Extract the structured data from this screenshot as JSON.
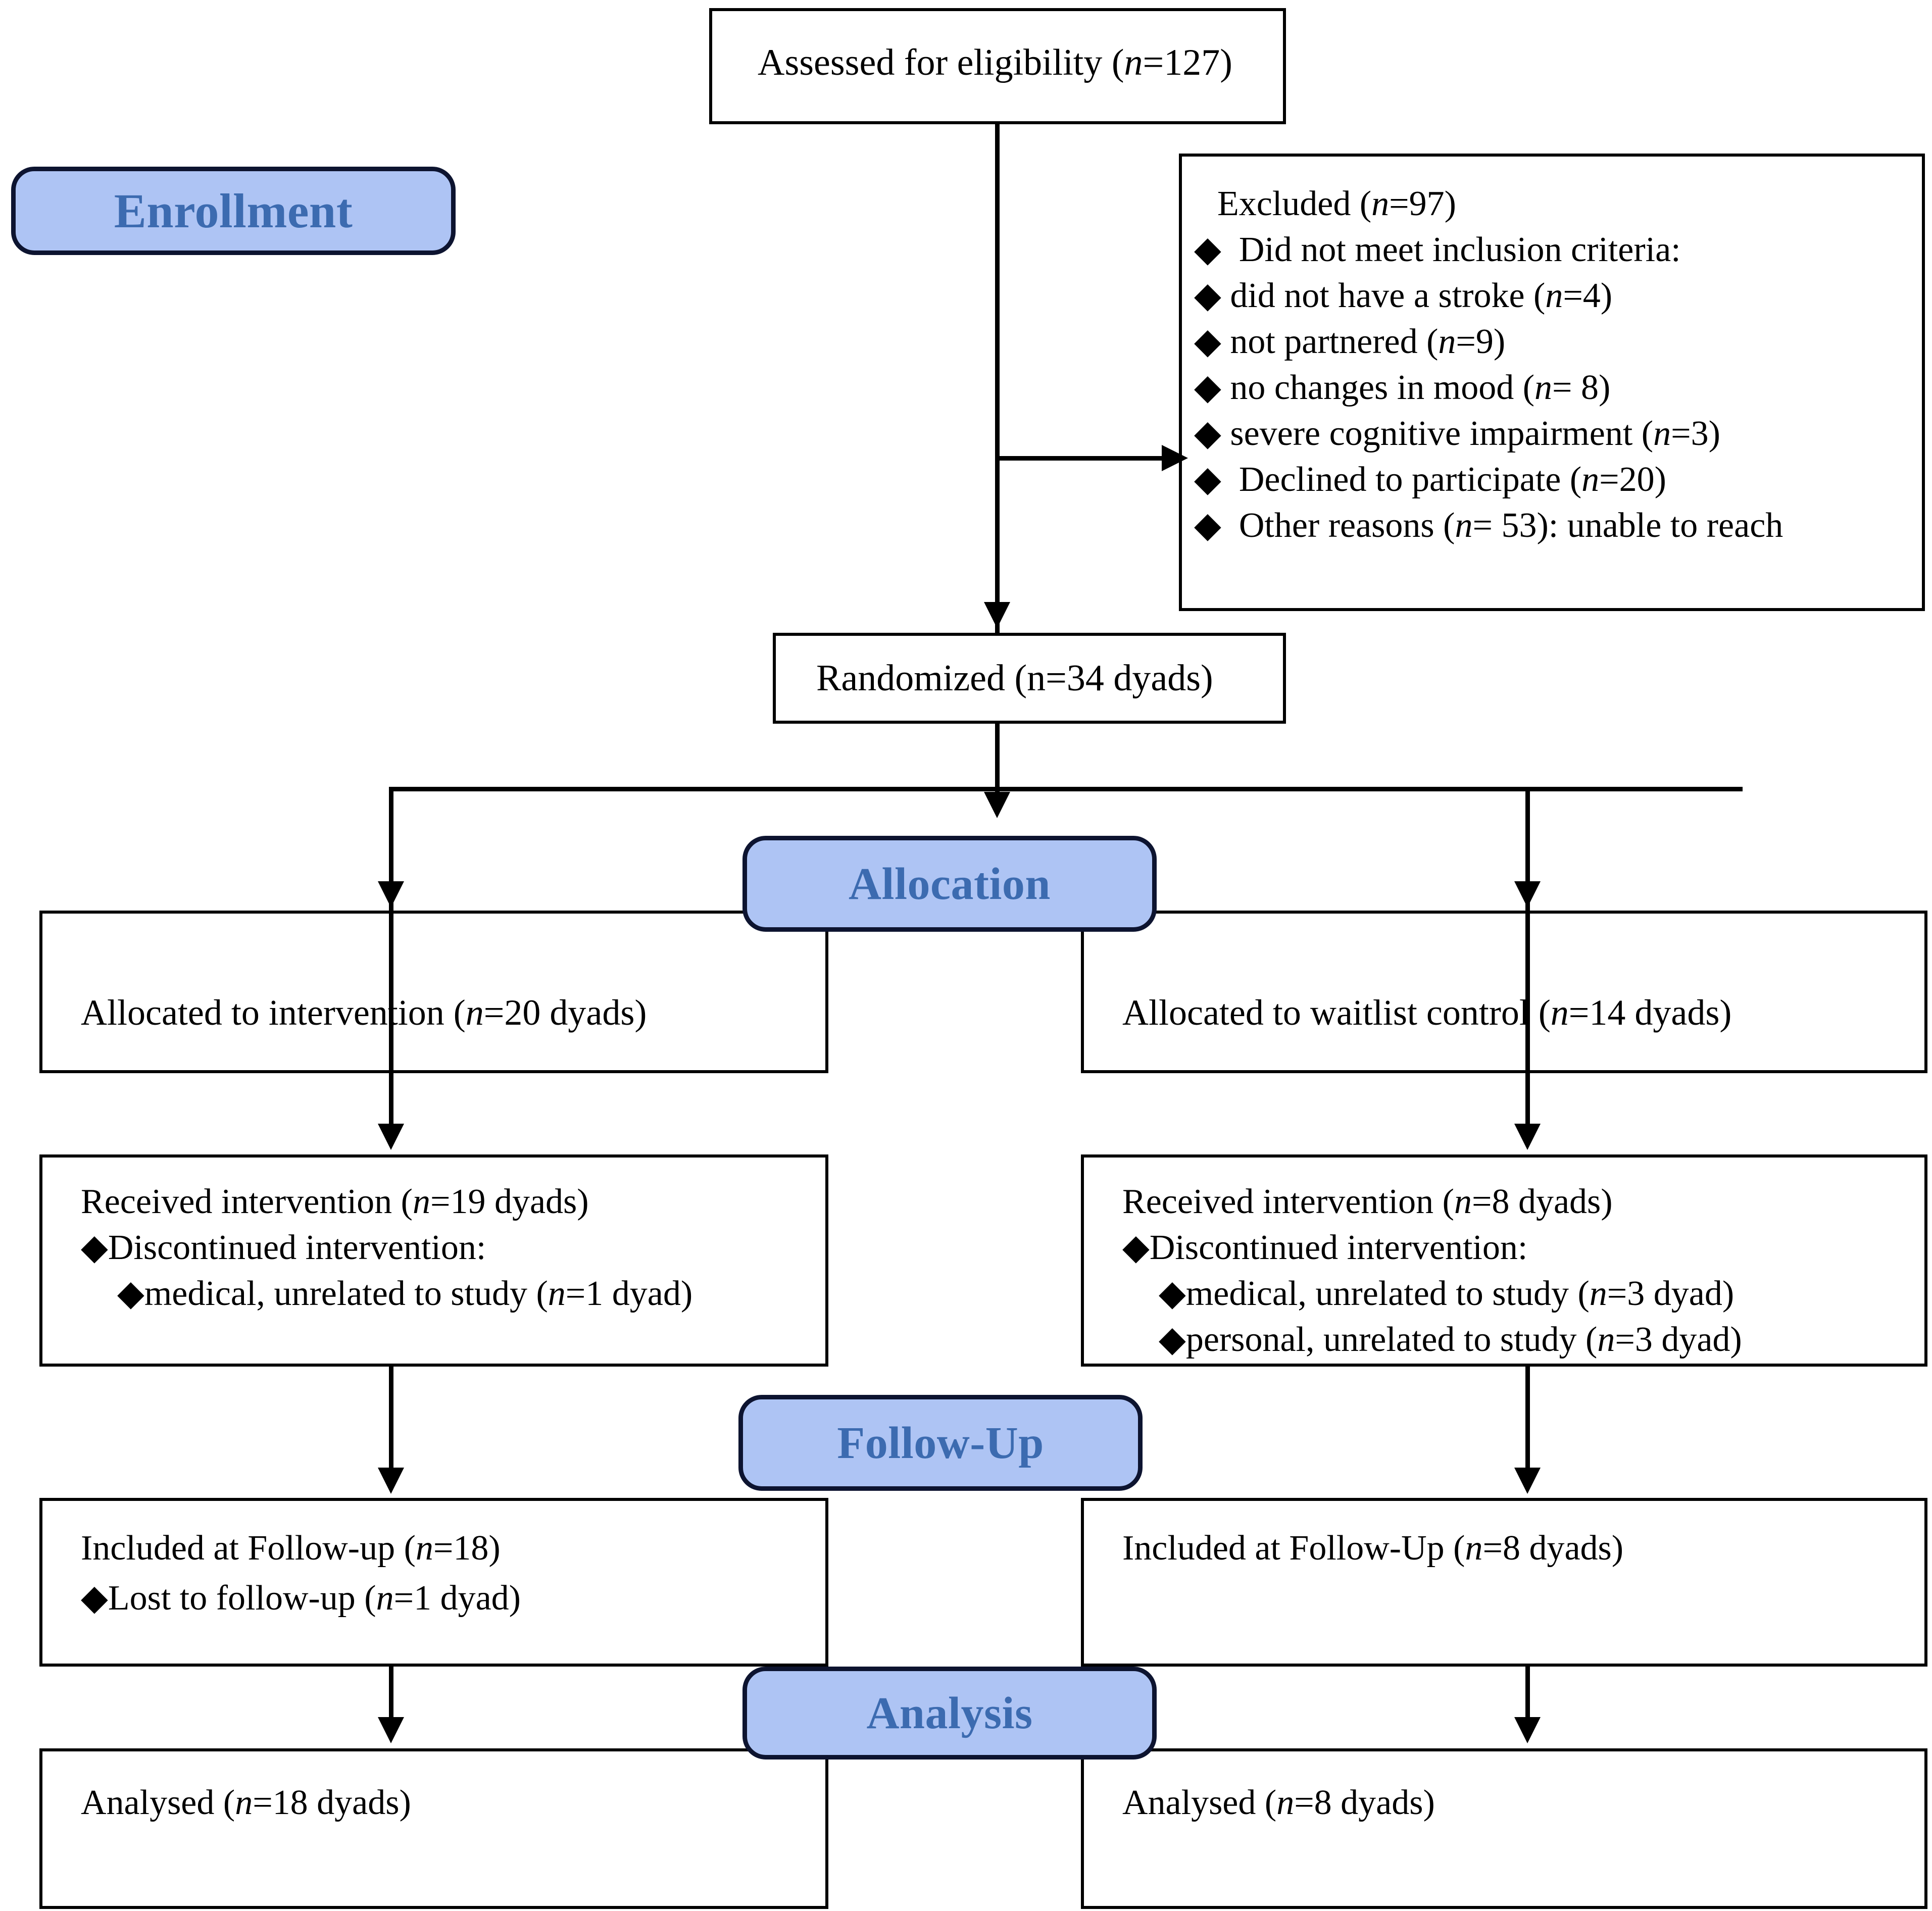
{
  "diagram": {
    "title": "CONSORT participant flow diagram",
    "accent_badge_fill": "#aec4f4",
    "accent_badge_text": "#3c6bb0",
    "border_color": "#000000"
  },
  "stages": {
    "enrollment": "Enrollment",
    "allocation": "Allocation",
    "followup": "Follow-Up",
    "analysis": "Analysis"
  },
  "boxes": {
    "assessed": {
      "text": "Assessed for eligibility (n=127)",
      "label": "Assessed for eligibility",
      "n": 127
    },
    "excluded": {
      "heading": "Excluded (n=97)",
      "n": 97,
      "items": [
        {
          "level": 1,
          "text": "Did not meet inclusion criteria:"
        },
        {
          "level": 2,
          "text": "did not have a stroke (n=4)",
          "n": 4
        },
        {
          "level": 2,
          "text": "not partnered (n=9)",
          "n": 9
        },
        {
          "level": 2,
          "text": "no changes in mood (n= 8)",
          "n": 8
        },
        {
          "level": 2,
          "text": "severe cognitive impairment (n=3)",
          "n": 3
        },
        {
          "level": 1,
          "text": "Declined to participate (n=20)",
          "n": 20
        },
        {
          "level": 1,
          "text": "Other reasons (n= 53): unable to reach",
          "n": 53
        }
      ]
    },
    "randomized": {
      "text": "Randomized (n=34 dyads)",
      "n": 34
    },
    "allocated_intervention": {
      "text": "Allocated to intervention (n=20 dyads)",
      "n": 20
    },
    "allocated_control": {
      "text": "Allocated to waitlist control (n=14 dyads)",
      "n": 14
    },
    "received_intervention_left": {
      "heading": "Received intervention (n=19 dyads)",
      "n": 19,
      "items": [
        {
          "level": 1,
          "text": "Discontinued intervention:"
        },
        {
          "level": 2,
          "text": "medical, unrelated to study (n=1 dyad)",
          "n": 1
        }
      ]
    },
    "received_intervention_right": {
      "heading": "Received intervention (n=8 dyads)",
      "n": 8,
      "items": [
        {
          "level": 1,
          "text": "Discontinued intervention:"
        },
        {
          "level": 2,
          "text": "medical, unrelated to study (n=3 dyad)",
          "n": 3
        },
        {
          "level": 2,
          "text": "personal, unrelated to study (n=3 dyad)",
          "n": 3
        }
      ]
    },
    "followup_left": {
      "heading": "Included at Follow-up (n=18)",
      "n": 18,
      "items": [
        {
          "level": 1,
          "text": "Lost to follow-up (n=1 dyad)",
          "n": 1
        }
      ]
    },
    "followup_right": {
      "heading": "Included at Follow-Up (n=8 dyads)",
      "n": 8,
      "items": []
    },
    "analysed_left": {
      "text": "Analysed (n=18 dyads)",
      "n": 18
    },
    "analysed_right": {
      "text": "Analysed (n=8 dyads)",
      "n": 8
    }
  },
  "symbols": {
    "bullet": "♦"
  }
}
